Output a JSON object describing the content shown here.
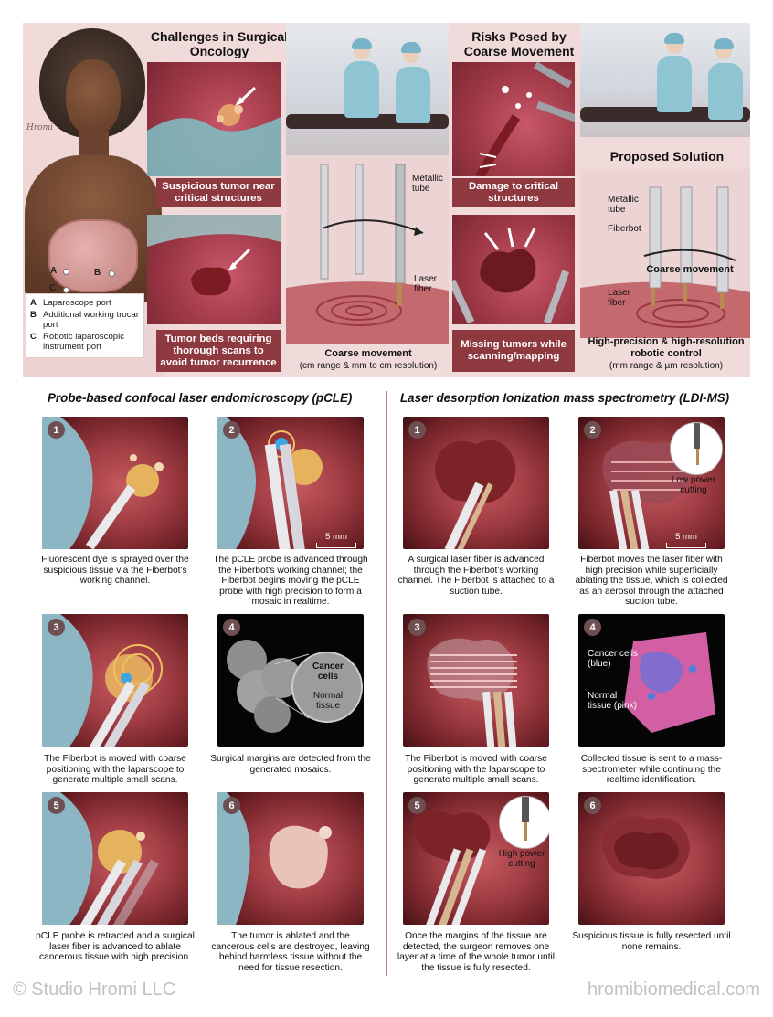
{
  "top": {
    "signature": "Hromi",
    "legend": [
      {
        "key": "A",
        "text": "Laparoscope port"
      },
      {
        "key": "B",
        "text": "Additional working trocar port"
      },
      {
        "key": "C",
        "text": "Robotic laparoscopic instrument port"
      }
    ],
    "port_labels": [
      "A",
      "B",
      "C"
    ],
    "challenges_heading": "Challenges in Surgical Oncology",
    "challenge_1": "Suspicious tumor near critical structures",
    "challenge_2": "Tumor beds requiring thorough scans to avoid tumor recurrence",
    "metallic_tube": "Metallic tube",
    "laser_fiber": "Laser fiber",
    "coarse_title": "Coarse movement",
    "coarse_sub": "(cm range & mm to cm resolution)",
    "risks_heading": "Risks Posed by Coarse Movement",
    "risk_1": "Damage to critical structures",
    "risk_2": "Missing tumors while scanning/mapping",
    "solution_heading": "Proposed Solution",
    "sol_metallic_tube": "Metallic tube",
    "sol_fiberbot": "Fiberbot",
    "sol_coarse": "Coarse movement",
    "sol_laser_fiber": "Laser fiber",
    "sol_title": "High-precision & high-resolution robotic control",
    "sol_sub": "(mm range & µm resolution)"
  },
  "pcle": {
    "title": "Probe-based confocal laser endomicroscopy (pCLE)",
    "panels": [
      {
        "num": "1",
        "caption": "Fluorescent dye is sprayed over the suspicious tissue via the Fiberbot's working channel."
      },
      {
        "num": "2",
        "caption": "The pCLE probe is advanced through the Fiberbot's working channel; the Fiberbot begins moving the pCLE probe with high precision to form a mosaic in realtime.",
        "scale": "5 mm"
      },
      {
        "num": "3",
        "caption": "The Fiberbot is moved with coarse positioning with the laparscope to generate multiple small scans."
      },
      {
        "num": "4",
        "caption": "Surgical margins are detected from the generated mosaics.",
        "inset_1": "Cancer cells",
        "inset_2": "Normal tissue"
      },
      {
        "num": "5",
        "caption": "pCLE probe is retracted and a surgical laser fiber is advanced to ablate cancerous tissue with high precision."
      },
      {
        "num": "6",
        "caption": "The tumor is ablated and the cancerous cells are destroyed, leaving behind harmless tissue without the need for tissue resection."
      }
    ]
  },
  "ldi": {
    "title": "Laser desorption Ionization mass spectrometry (LDI-MS)",
    "panels": [
      {
        "num": "1",
        "caption": "A surgical laser fiber is advanced through the Fiberbot's working channel. The Fiberbot is attached to a suction tube."
      },
      {
        "num": "2",
        "caption": "Fiberbot moves the laser fiber with high precision while superficially ablating the tissue, which is collected as an aerosol through the attached suction tube.",
        "inset": "Low power cutting",
        "scale": "5 mm"
      },
      {
        "num": "3",
        "caption": "The Fiberbot is moved with coarse positioning with the laparscope to generate multiple small scans."
      },
      {
        "num": "4",
        "caption": "Collected tissue is sent to a mass-spectrometer while continuing the realtime identification.",
        "label_1": "Cancer cells (blue)",
        "label_2": "Normal tissue (pink)"
      },
      {
        "num": "5",
        "caption": "Once the margins of the tissue are detected, the surgeon removes one layer at a time of the whole tumor until the tissue is fully resected.",
        "inset": "High power cutting"
      },
      {
        "num": "6",
        "caption": "Suspicious tissue is fully resected until none remains."
      }
    ]
  },
  "footer": {
    "left": "© Studio Hromi LLC",
    "right": "hromibiomedical.com"
  }
}
